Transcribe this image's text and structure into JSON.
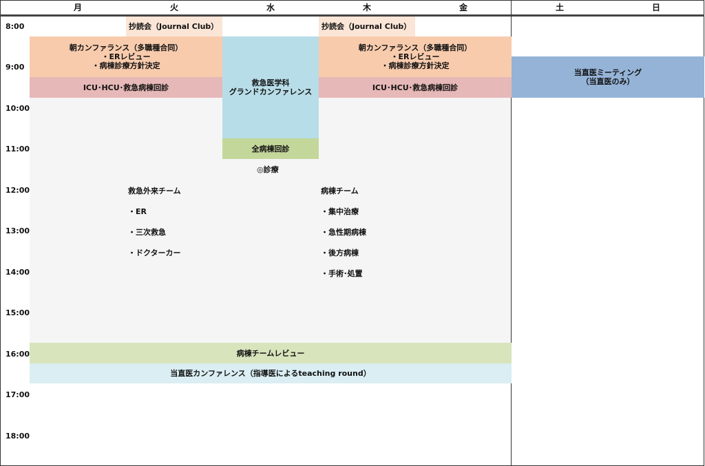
{
  "days": [
    "月",
    "火",
    "水",
    "木",
    "金",
    "土",
    "日"
  ],
  "times": [
    "8:00",
    "9:00",
    "10:00",
    "11:00",
    "12:00",
    "13:00",
    "14:00",
    "15:00",
    "16:00",
    "17:00",
    "18:00"
  ],
  "events": {
    "journal_tue": "抄読会（Journal Club）",
    "journal_thu": "抄読会（Journal Club）",
    "morning_conf": [
      "朝カンファランス（多職種合同）",
      "・ERレビュー",
      "・病棟診療方針決定"
    ],
    "icu_round": "ICU･HCU･救急病棟回診",
    "grand_conf": [
      "救急医学科",
      "グランドカンファレンス"
    ],
    "all_ward_round": "全病棟回診",
    "weekend_meeting": [
      "当直医ミーティング",
      "（当直医のみ）"
    ],
    "ward_review": "病棟チームレビュー",
    "duty_conf": "当直医カンファレンス（指導医によるteaching round）"
  },
  "clinical": {
    "title": "◎診療",
    "er_team": [
      "救急外来チーム",
      "・ER",
      "・三次救急",
      "・ドクターカー"
    ],
    "ward_team": [
      "病棟チーム",
      "・集中治療",
      "・急性期病棟",
      "・後方病棟",
      "・手術･処置"
    ]
  },
  "colors": {
    "journal": "#fbe5d6",
    "morning": "#f8cbad",
    "icu": "#e6b8b7",
    "grand": "#b7dde8",
    "round": "#c4d79b",
    "weekend": "#95b3d7",
    "review": "#d8e4bc",
    "duty": "#daeef3",
    "bg": "#f5f5f5"
  }
}
